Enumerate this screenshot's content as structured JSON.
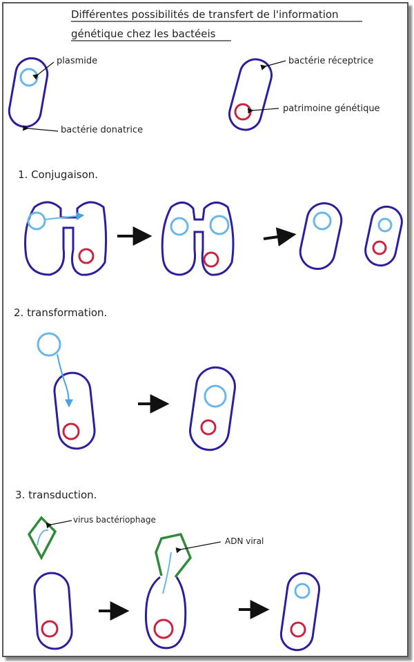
{
  "title": {
    "line1": "Différentes possibilités de transfert de l'information",
    "line2": "génétique chez les bactéeis"
  },
  "legend": {
    "plasmid": "plasmide",
    "donor": "bactérie donatrice",
    "recipient": "bactérie réceptrice",
    "genome": "patrimoine génétique"
  },
  "sections": {
    "conjugation": "1. Conjugaison.",
    "transformation": "2. transformation.",
    "transduction": "3. transduction."
  },
  "labels": {
    "phage": "virus bactériophage",
    "viral_dna": "ADN viral"
  },
  "colors": {
    "membrane": "#2b1f9e",
    "plasmid": "#69b6e8",
    "genome": "#c8243f",
    "virus": "#2f8a3a",
    "arrow": "#111111",
    "pointer": "#111111"
  }
}
